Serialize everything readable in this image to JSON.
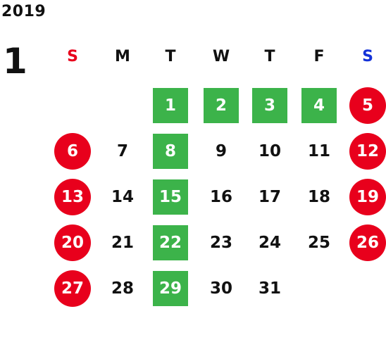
{
  "calendar": {
    "year": "2019",
    "month": "1",
    "weekdays": [
      {
        "label": "S",
        "color": "#e8001c"
      },
      {
        "label": "M",
        "color": "#111111"
      },
      {
        "label": "T",
        "color": "#111111"
      },
      {
        "label": "W",
        "color": "#111111"
      },
      {
        "label": "T",
        "color": "#111111"
      },
      {
        "label": "F",
        "color": "#111111"
      },
      {
        "label": "S",
        "color": "#1432d8"
      }
    ],
    "first_weekday_index": 2,
    "days_in_month": 31,
    "days": [
      {
        "label": "1",
        "style": "green"
      },
      {
        "label": "2",
        "style": "green"
      },
      {
        "label": "3",
        "style": "green"
      },
      {
        "label": "4",
        "style": "green"
      },
      {
        "label": "5",
        "style": "red"
      },
      {
        "label": "6",
        "style": "red"
      },
      {
        "label": "7",
        "style": "normal"
      },
      {
        "label": "8",
        "style": "green"
      },
      {
        "label": "9",
        "style": "normal"
      },
      {
        "label": "10",
        "style": "normal"
      },
      {
        "label": "11",
        "style": "normal"
      },
      {
        "label": "12",
        "style": "red"
      },
      {
        "label": "13",
        "style": "red"
      },
      {
        "label": "14",
        "style": "normal"
      },
      {
        "label": "15",
        "style": "green"
      },
      {
        "label": "16",
        "style": "normal"
      },
      {
        "label": "17",
        "style": "normal"
      },
      {
        "label": "18",
        "style": "normal"
      },
      {
        "label": "19",
        "style": "red"
      },
      {
        "label": "20",
        "style": "red"
      },
      {
        "label": "21",
        "style": "normal"
      },
      {
        "label": "22",
        "style": "green"
      },
      {
        "label": "23",
        "style": "normal"
      },
      {
        "label": "24",
        "style": "normal"
      },
      {
        "label": "25",
        "style": "normal"
      },
      {
        "label": "26",
        "style": "red"
      },
      {
        "label": "27",
        "style": "red"
      },
      {
        "label": "28",
        "style": "normal"
      },
      {
        "label": "29",
        "style": "green"
      },
      {
        "label": "30",
        "style": "normal"
      },
      {
        "label": "31",
        "style": "normal"
      }
    ],
    "colors": {
      "green_box": "#3cb34a",
      "red_circle": "#e8001c",
      "text": "#111111"
    }
  }
}
